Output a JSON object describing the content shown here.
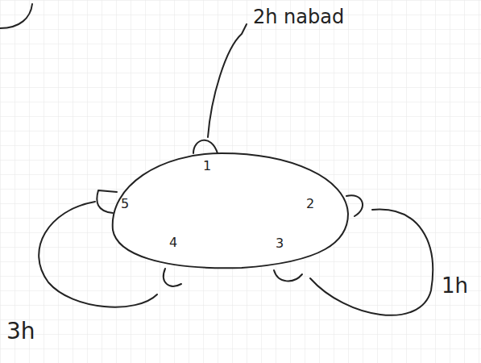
{
  "diagram": {
    "labels": [
      "2h nabad",
      "1",
      "2",
      "3",
      "4",
      "5",
      "1h",
      "3h"
    ]
  }
}
